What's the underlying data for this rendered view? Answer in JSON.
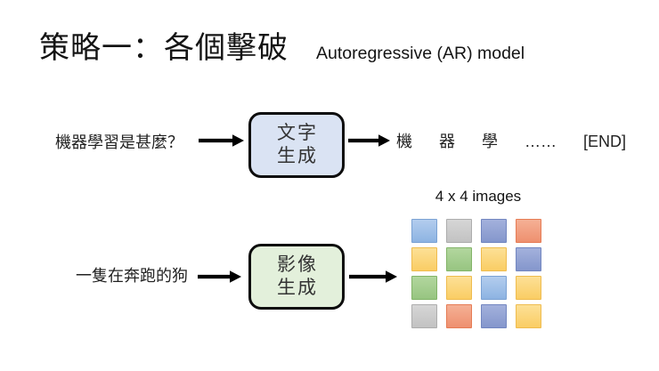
{
  "title": "策略一：各個擊破",
  "subtitle": "Autoregressive (AR) model",
  "text_flow": {
    "input": "機器學習是甚麼？",
    "box_label_line1": "文字",
    "box_label_line2": "生成",
    "output_tokens": [
      "機",
      "器",
      "學",
      "……",
      "[END]"
    ]
  },
  "image_flow": {
    "input": "一隻在奔跑的狗",
    "box_label_line1": "影像",
    "box_label_line2": "生成",
    "grid_caption": "4 x 4 images",
    "grid_cells": [
      "lightblue",
      "gray",
      "periwinkle",
      "salmon",
      "yellow",
      "green",
      "yellow",
      "periwinkle",
      "green",
      "yellow",
      "lightblue",
      "yellow",
      "gray",
      "salmon",
      "periwinkle",
      "yellow"
    ]
  },
  "colors": {
    "background": "#FFFFFF",
    "text_box_fill": "#DAE3F3",
    "image_box_fill": "#E3F0DB",
    "box_border": "#0D0D0D",
    "arrow": "#000000",
    "palette": {
      "lightblue": {
        "light": "#B3CDEE",
        "fill": "#8DB3E2",
        "border": "#7BA2D4"
      },
      "gray": {
        "light": "#D6D6D6",
        "fill": "#C2C2C2",
        "border": "#ADADAD"
      },
      "periwinkle": {
        "light": "#A3B1DC",
        "fill": "#8496CC",
        "border": "#7286C0"
      },
      "salmon": {
        "light": "#F5B095",
        "fill": "#EE906F",
        "border": "#E67C55"
      },
      "yellow": {
        "light": "#FCE096",
        "fill": "#FACD64",
        "border": "#EFBC4F"
      },
      "green": {
        "light": "#B2D69E",
        "fill": "#97C581",
        "border": "#83B469"
      }
    }
  }
}
